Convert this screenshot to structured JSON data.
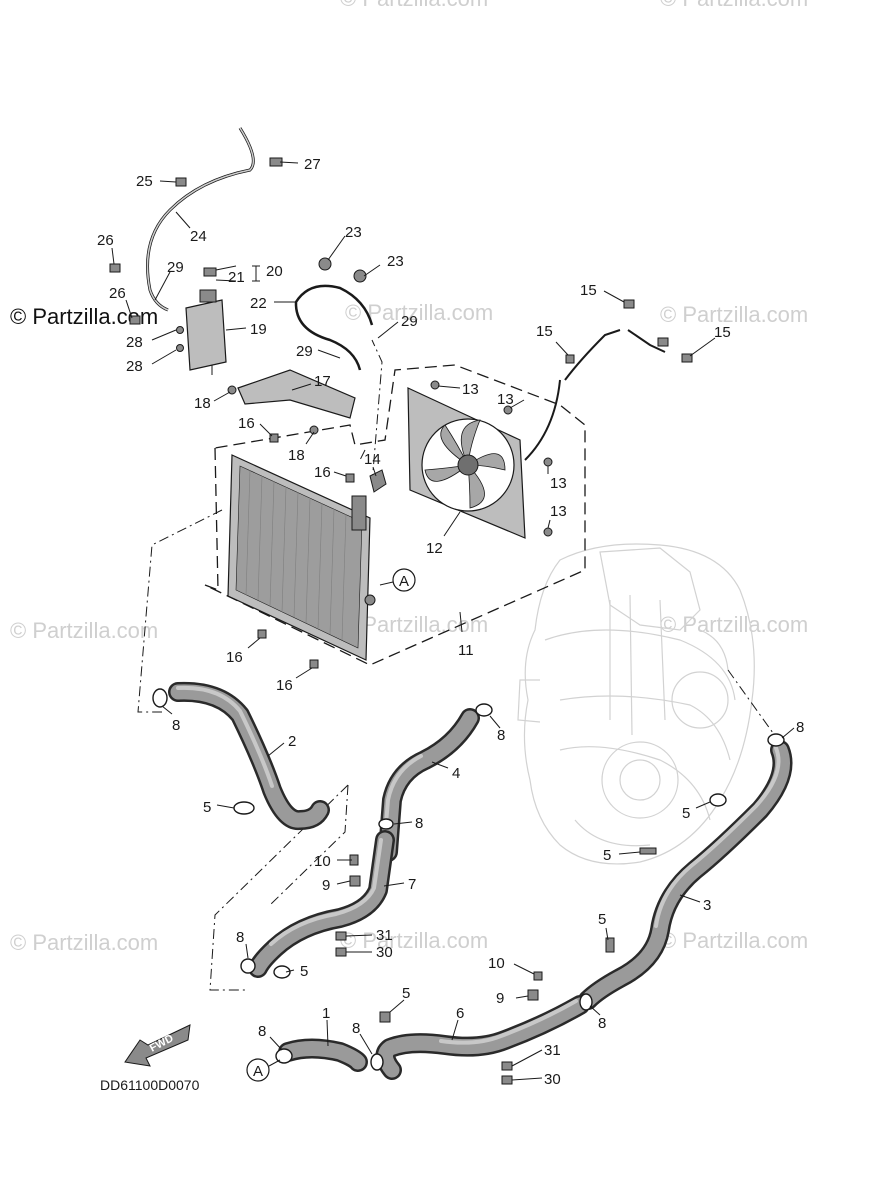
{
  "watermarks": {
    "text": "© Partzilla.com",
    "dark_text": "© Partzilla.com"
  },
  "diagram_code": "DD61100D0070",
  "fwd_label": "FWD",
  "ref_marker": "A",
  "callouts": {
    "c1": "1",
    "c2": "2",
    "c3": "3",
    "c4": "4",
    "c5a": "5",
    "c5b": "5",
    "c5c": "5",
    "c5d": "5",
    "c5e": "5",
    "c5f": "5",
    "c6": "6",
    "c7": "7",
    "c8a": "8",
    "c8b": "8",
    "c8c": "8",
    "c8d": "8",
    "c8e": "8",
    "c8f": "8",
    "c8g": "8",
    "c8h": "8",
    "c9a": "9",
    "c9b": "9",
    "c10a": "10",
    "c10b": "10",
    "c11": "11",
    "c12": "12",
    "c13a": "13",
    "c13b": "13",
    "c13c": "13",
    "c13d": "13",
    "c14": "14",
    "c15a": "15",
    "c15b": "15",
    "c15c": "15",
    "c16a": "16",
    "c16b": "16",
    "c16c": "16",
    "c16d": "16",
    "c17": "17",
    "c18a": "18",
    "c18b": "18",
    "c19": "19",
    "c20": "20",
    "c21": "21",
    "c22": "22",
    "c23a": "23",
    "c23b": "23",
    "c24": "24",
    "c25": "25",
    "c26a": "26",
    "c26b": "26",
    "c27": "27",
    "c28a": "28",
    "c28b": "28",
    "c29a": "29",
    "c29b": "29",
    "c29c": "29",
    "c30a": "30",
    "c30b": "30",
    "c31a": "31",
    "c31b": "31"
  }
}
